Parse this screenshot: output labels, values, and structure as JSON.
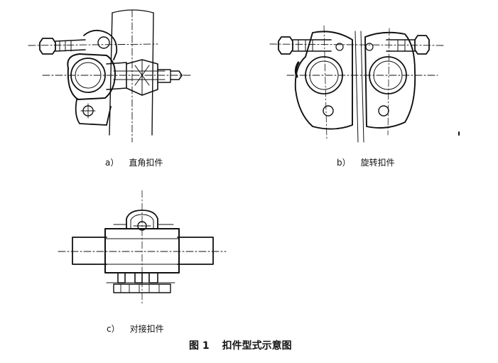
{
  "captions": [
    {
      "letter": "a）",
      "text": "直角扣件"
    },
    {
      "letter": "b）",
      "text": "旋转扣件"
    },
    {
      "letter": "c）",
      "text": "对接扣件"
    }
  ],
  "figure_title": {
    "number": "图 1",
    "text": "扣件型式示意图"
  }
}
